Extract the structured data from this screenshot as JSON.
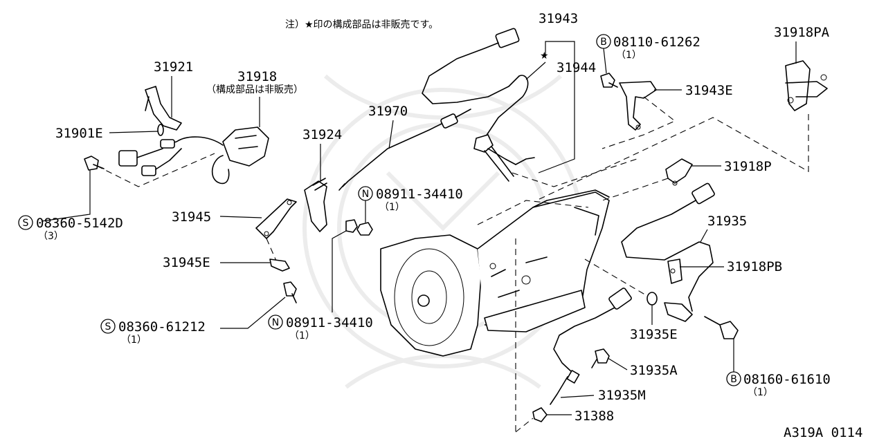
{
  "note": "注）★印の構成部品は非販売です。",
  "diagram_code": "A319A 0114",
  "parts": {
    "p31943": "31943",
    "p31944": "31944",
    "p31943E": "31943E",
    "p31918PA": "31918PA",
    "p31921": "31921",
    "p31918": "31918",
    "p31918_note": "（構成部品は非販売）",
    "p31901E": "31901E",
    "p31970": "31970",
    "p31924": "31924",
    "p31918P": "31918P",
    "p31935": "31935",
    "p31945": "31945",
    "p31945E": "31945E",
    "p31918PB": "31918PB",
    "p31935E": "31935E",
    "p31935A": "31935A",
    "p31935M": "31935M",
    "p31388": "31388"
  },
  "fasteners": {
    "b1": {
      "prefix": "B",
      "number": "08110-61262",
      "qty": "（1）"
    },
    "s1": {
      "prefix": "S",
      "number": "08360-5142D",
      "qty": "（3）"
    },
    "n1": {
      "prefix": "N",
      "number": "08911-34410",
      "qty": "（1）"
    },
    "s2": {
      "prefix": "S",
      "number": "08360-61212",
      "qty": "（1）"
    },
    "n2": {
      "prefix": "N",
      "number": "08911-34410",
      "qty": "（1）"
    },
    "b2": {
      "prefix": "B",
      "number": "08160-61610",
      "qty": "（1）"
    }
  },
  "star_glyph": "★"
}
